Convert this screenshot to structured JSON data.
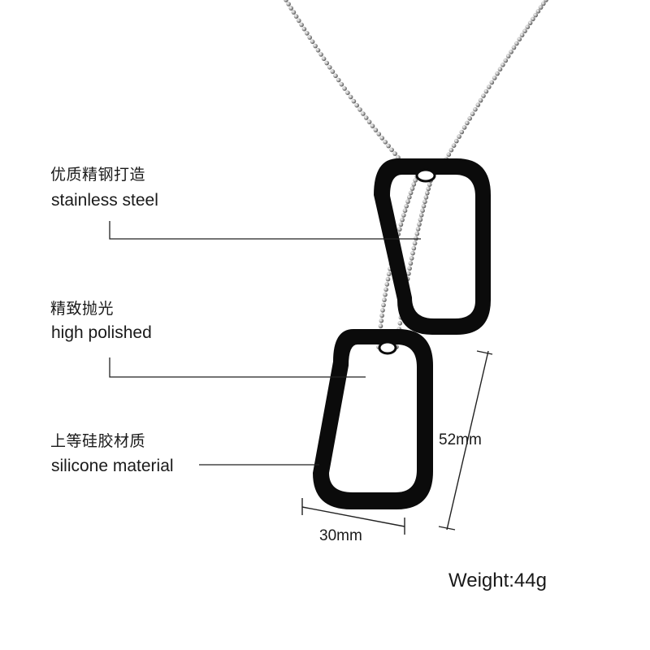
{
  "features": [
    {
      "cn": "优质精钢打造",
      "en": "stainless steel"
    },
    {
      "cn": "精致抛光",
      "en": "high polished"
    },
    {
      "cn": "上等硅胶材质",
      "en": "silicone material"
    }
  ],
  "dimensions": {
    "height": "52mm",
    "width": "30mm"
  },
  "weight": "Weight:44g",
  "colors": {
    "tag_frame": "#0b0b0b",
    "chain": "#9a9a9a",
    "text": "#1a1a1a",
    "callout_line": "#222222"
  }
}
